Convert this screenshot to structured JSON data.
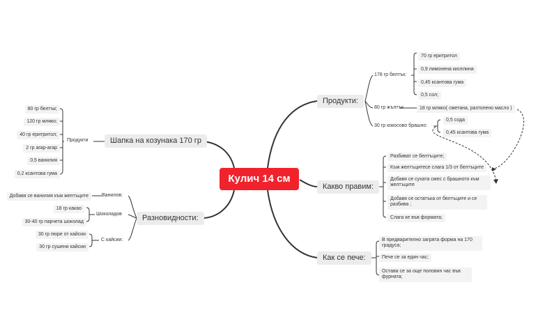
{
  "root": "Кулич 14 см",
  "right": {
    "products": {
      "label": "Продукти:",
      "egg_whites": {
        "label": "178 гр белтък:",
        "items": [
          "70 гр еритритол",
          "0,9 лимонена киселина",
          "0,45 ксантова гума",
          "0,5 сол;"
        ]
      },
      "yolk": {
        "label": "80 гр жълтък",
        "item": "18 гр мляко( сметана, разтопено масло )"
      },
      "coconut": {
        "label": "30 гр кокосово брашно:",
        "items": [
          "0,5 сода",
          "0,45 ксантова гума"
        ]
      }
    },
    "steps": {
      "label": "Какво правим:",
      "items": [
        "Разбиват се белтъците;",
        "Към желтъцитесе слага 1/3 от белтъците",
        "Добавя се сухата смес с брашното към желтъците",
        "Добавя се остатъка от белтъците и се разбива ;",
        "Слага ке във формата;"
      ]
    },
    "baking": {
      "label": "Как се пече:",
      "items": [
        "В предварително загрята форма на 170 градуса;",
        "Пече се за един час;",
        "Остава се за още половин час във фурната;"
      ]
    }
  },
  "left": {
    "topping": {
      "label": "Шапка на козунака 170 гр",
      "sub_label": "Продукти",
      "items": [
        "80 гр белтък;",
        "120 гр мляко;",
        "40 гр еритритол;",
        "2 гр агар-агар",
        "0,5 ванилия",
        "0,2 ксантова гума"
      ]
    },
    "variants": {
      "label": "Разновидности:",
      "vanilla": {
        "label": "Ванилов:",
        "item": "Добавя се ванилия към желтъците"
      },
      "chocolate": {
        "label": "Шоколадов",
        "items": [
          "18 гр какао",
          "30-40 гр парчета шоколад"
        ]
      },
      "apricot": {
        "label": "С кайсии:",
        "items": [
          "30 гр пюре от кайсии",
          "30 гр сушени кайсии"
        ]
      }
    }
  }
}
